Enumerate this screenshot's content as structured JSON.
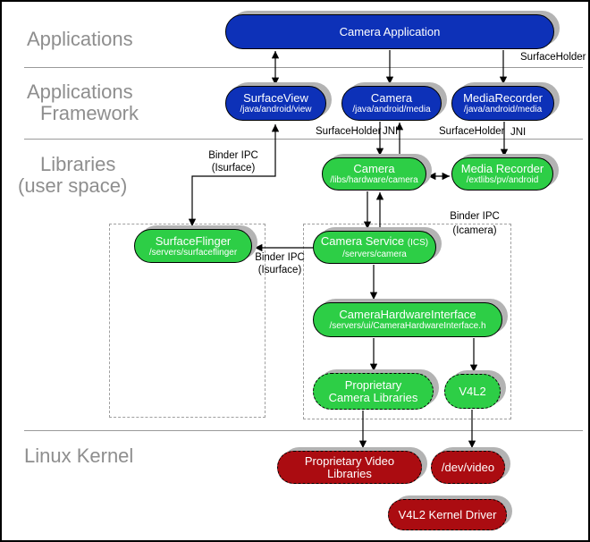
{
  "layers": {
    "applications": "Applications",
    "framework_line1": "Applications",
    "framework_line2": "Framework",
    "libraries_line1": "Libraries",
    "libraries_line2": "(user space)",
    "linux_kernel": "Linux Kernel"
  },
  "nodes": {
    "camera_application": {
      "title": "Camera Application"
    },
    "surface_view": {
      "title": "SurfaceView",
      "path": "/java/android/view"
    },
    "camera_java": {
      "title": "Camera",
      "path": "/java/android/media"
    },
    "media_recorder_java": {
      "title": "MediaRecorder",
      "path": "/java/android/media"
    },
    "camera_lib": {
      "title": "Camera",
      "path": "/libs/hardware/camera"
    },
    "media_recorder_lib": {
      "title": "Media Recorder",
      "path": "/extlibs/pv/android"
    },
    "surface_flinger": {
      "title": "SurfaceFlinger",
      "path": "/servers/surfaceflinger"
    },
    "camera_service": {
      "title": "Camera Service",
      "title_suffix": "(ICS)",
      "path": "/servers/camera"
    },
    "camera_hardware_interface": {
      "title": "CameraHardwareInterface",
      "path": "/servers/ui/CameraHardwareInterface.h"
    },
    "proprietary_camera_libraries": {
      "title": "Proprietary Camera Libraries"
    },
    "v4l2": {
      "title": "V4L2"
    },
    "proprietary_video_libraries": {
      "title": "Proprietary Video Libraries"
    },
    "dev_video": {
      "title": "/dev/video"
    },
    "v4l2_kernel_driver": {
      "title": "V4L2 Kernel Driver"
    }
  },
  "edge_labels": {
    "surface_holder_top": "SurfaceHolder",
    "surface_holder_camera": "SurfaceHolder",
    "jni_camera": "JNI",
    "surface_holder_media": "SurfaceHolder",
    "jni_media": "JNI",
    "binder_isurface_upper_line1": "Binder IPC",
    "binder_isurface_upper_line2": "(Isurface)",
    "binder_isurface_lower_line1": "Binder IPC",
    "binder_isurface_lower_line2": "(Isurface)",
    "binder_icamera_line1": "Binder IPC",
    "binder_icamera_line2": "(Icamera)"
  },
  "colors": {
    "blue": "#0d31b8",
    "green": "#2dce46",
    "red": "#ab0c11",
    "shadow": "#b3b3b3",
    "layer_label": "#8e8e8e",
    "separator": "#9a9a9a"
  }
}
